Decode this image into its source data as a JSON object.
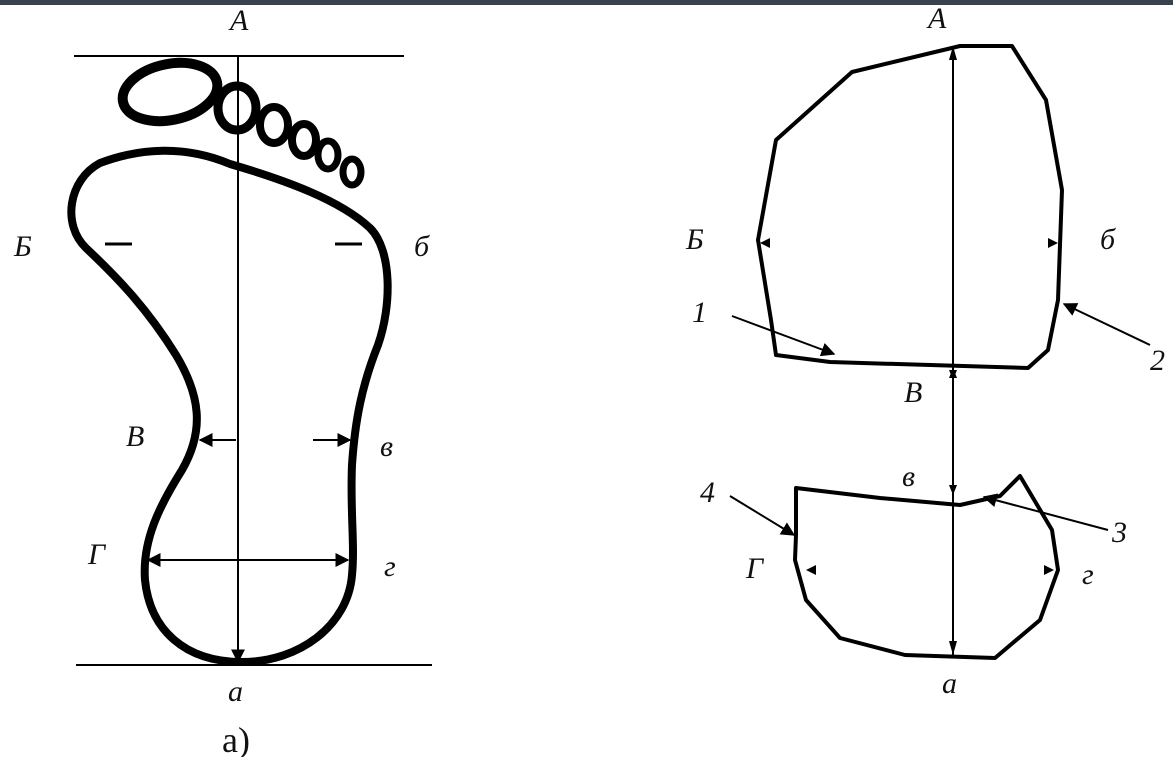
{
  "figure_a": {
    "caption": "а)",
    "labels": {
      "top": "А",
      "bottom": "а",
      "left_upper": "Б",
      "right_upper": "б",
      "left_middle": "В",
      "right_middle": "в",
      "left_lower": "Г",
      "right_lower": "г"
    }
  },
  "figure_b": {
    "labels": {
      "top": "А",
      "left_upper": "Б",
      "right_upper": "б",
      "marker_1": "1",
      "marker_2": "2",
      "center": "В",
      "center_lower": "в",
      "marker_3": "3",
      "marker_4": "4",
      "left_lower": "Г",
      "right_lower": "г",
      "bottom": "а"
    }
  },
  "colors": {
    "line": "#000000",
    "top_bar": "#3a4150"
  }
}
